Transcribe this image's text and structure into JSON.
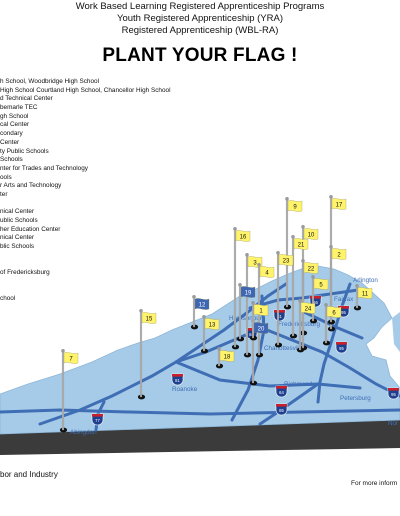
{
  "header": {
    "line1": "Work Based Learning Registered Apprenticeship Programs",
    "line2": "Youth Registered Apprenticeship (YRA)",
    "line3": "Registered Apprenticeship (WBL-RA)",
    "title": "PLANT YOUR FLAG !"
  },
  "legend": [
    "h School, Woodbridge High School",
    "High School Courtland High School, Chancellor High School",
    "d Technical Center",
    "bemarle TEC",
    "gh School",
    "cal Center",
    "condary",
    "Center",
    "ty Public Schools",
    "Schools",
    "nter for Trades and Technology",
    "ools",
    "r Arts and Technology",
    "ter",
    "",
    "nical Center",
    "ublic Schools",
    "her Education Center",
    "nical Center",
    "blic Schools",
    "",
    "",
    "of Fredericksburg",
    "",
    "",
    "chool"
  ],
  "cities": {
    "arlington": "Arlington",
    "fairfax": "Fairfax",
    "harrisonburg": "Harrisonburg",
    "fredericksburg": "Fredericksburg",
    "charlottesville": "Charlottesville",
    "richmond": "Richmond",
    "roanoke": "Roanoke",
    "petersburg": "Petersburg",
    "abingdon": "Abingdon",
    "norfolk": "Nor"
  },
  "highways": [
    "66",
    "81",
    "64",
    "95",
    "95",
    "77",
    "85",
    "81",
    "95",
    "64"
  ],
  "flags": [
    {
      "n": "9",
      "color": "#fff36b"
    },
    {
      "n": "17",
      "color": "#fff36b"
    },
    {
      "n": "10",
      "color": "#fff36b"
    },
    {
      "n": "16",
      "color": "#fff36b"
    },
    {
      "n": "21",
      "color": "#fff36b"
    },
    {
      "n": "2",
      "color": "#fff36b"
    },
    {
      "n": "3",
      "color": "#fff36b"
    },
    {
      "n": "23",
      "color": "#fff36b"
    },
    {
      "n": "4",
      "color": "#fff36b"
    },
    {
      "n": "22",
      "color": "#fff36b"
    },
    {
      "n": "5",
      "color": "#fff36b"
    },
    {
      "n": "11",
      "color": "#fff36b"
    },
    {
      "n": "12",
      "color": "#3e66b3"
    },
    {
      "n": "19",
      "color": "#3e66b3"
    },
    {
      "n": "24",
      "color": "#fff36b"
    },
    {
      "n": "6",
      "color": "#fff36b"
    },
    {
      "n": "15",
      "color": "#fff36b"
    },
    {
      "n": "13",
      "color": "#fff36b"
    },
    {
      "n": "20",
      "color": "#3e66b3"
    },
    {
      "n": "1",
      "color": "#fff36b"
    },
    {
      "n": "18",
      "color": "#fff36b"
    },
    {
      "n": "7",
      "color": "#fff36b"
    }
  ],
  "footer": {
    "left": "bor and Industry",
    "right": "For more inform"
  },
  "colors": {
    "state_fill": "#a6cbe8",
    "road": "#3f6eb5",
    "base": "#3b3b3b",
    "flag_yellow": "#fff36b",
    "flag_blue": "#3e66b3"
  }
}
